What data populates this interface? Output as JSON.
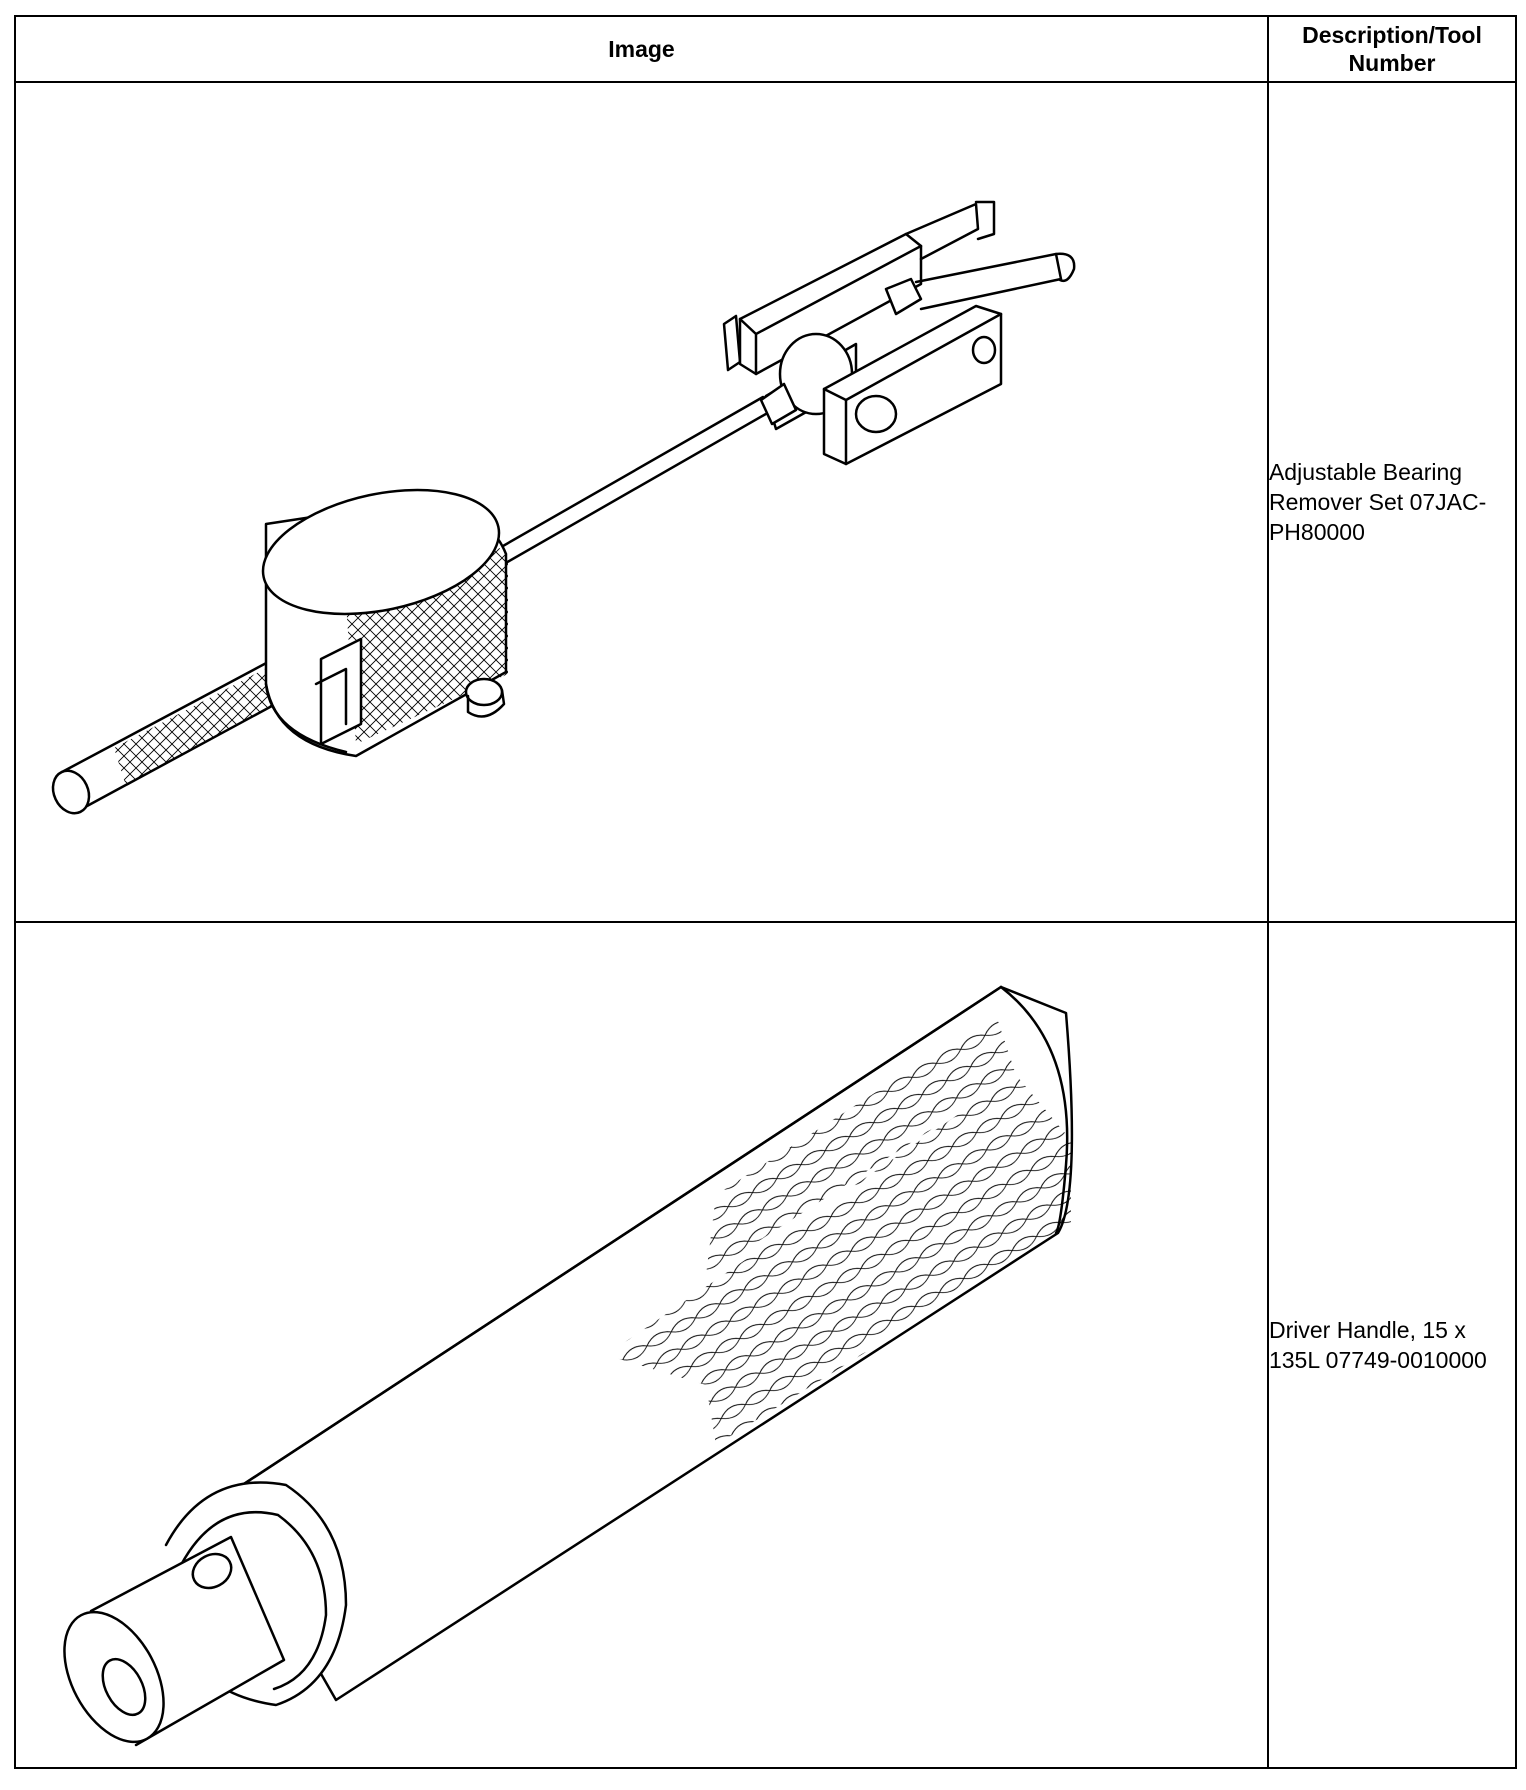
{
  "table": {
    "headers": {
      "image": "Image",
      "description": "Description/Tool Number"
    },
    "rows": [
      {
        "illustration": "bearing-remover-set-illustration",
        "description": "Adjustable Bearing Remover Set 07JAC-PH80000"
      },
      {
        "illustration": "driver-handle-illustration",
        "description": "Driver Handle, 15 x 135L 07749-0010000"
      }
    ]
  }
}
